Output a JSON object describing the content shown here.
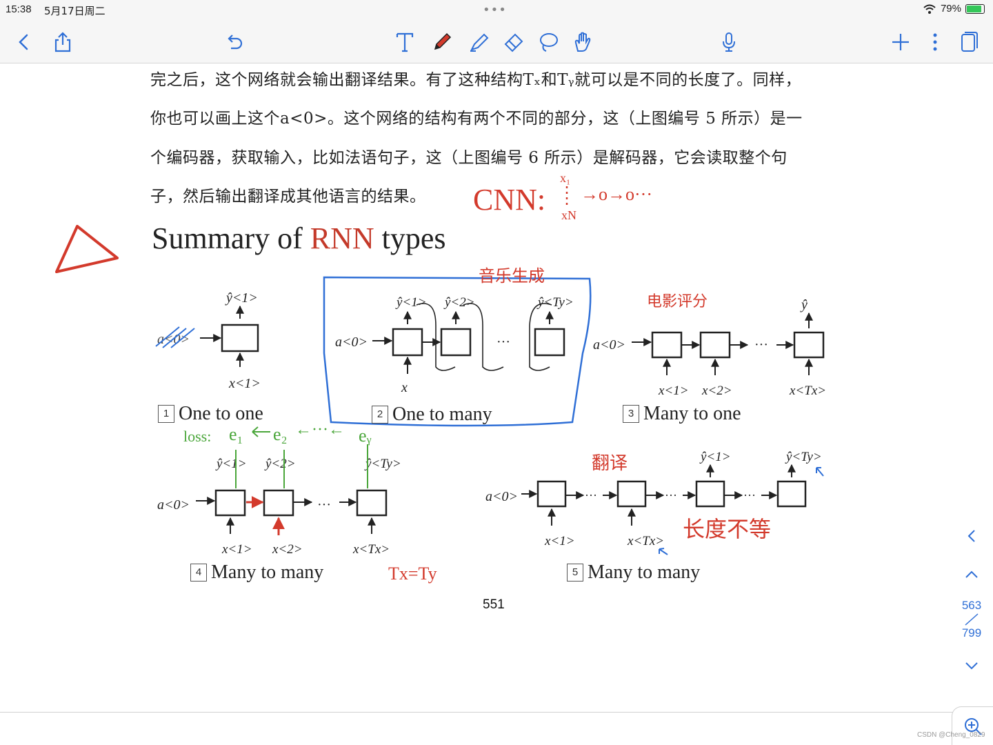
{
  "status_bar": {
    "time": "15:38",
    "date": "5月17日周二",
    "battery": "79%",
    "battery_level": 0.79
  },
  "toolbar": {
    "icons": [
      "back-icon",
      "share-icon",
      "undo-icon",
      "text-tool-icon",
      "pen-tool-icon",
      "highlighter-tool-icon",
      "eraser-tool-icon",
      "lasso-tool-icon",
      "hand-tool-icon",
      "microphone-icon",
      "add-icon",
      "more-icon",
      "pages-icon"
    ],
    "pen_color": "#d33a2c",
    "accent": "#2f6fd6"
  },
  "document": {
    "text_lines": [
      "完之后，这个网络就会输出翻译结果。有了这种结构Tₓ和Tᵧ就可以是不同的长度了。同样，",
      "你也可以画上这个a<0>。这个网络的结构有两个不同的部分，这（上图编号 5 所示）是一",
      "个编码器，获取输入，比如法语句子，这（上图编号 6 所示）是解码器，它会读取整个句",
      "子，然后输出翻译成其他语言的结果。"
    ],
    "slide_title_pre": "Summary of ",
    "slide_title_hl": "RNN",
    "slide_title_post": " types",
    "panels": [
      {
        "num": "1",
        "label": "One to one"
      },
      {
        "num": "2",
        "label": "One to many"
      },
      {
        "num": "3",
        "label": "Many to one"
      },
      {
        "num": "4",
        "label": "Many to many"
      },
      {
        "num": "5",
        "label": "Many to many"
      }
    ],
    "diagram_labels": {
      "a0": "a<0>",
      "y1": "ŷ<1>",
      "y2": "ŷ<2>",
      "yTy": "ŷ<Ty>",
      "y": "ŷ",
      "x": "x",
      "x1": "x<1>",
      "x2": "x<2>",
      "xTx": "x<Tx>",
      "dots": "···"
    },
    "page_number": "551"
  },
  "annotations": {
    "cnn": "CNN:",
    "x1": "x₁",
    "xn": "xN",
    "cnn_chain": "→o→o···",
    "music_gen": "音乐生成",
    "movie_rating": "电影评分",
    "loss": "loss:",
    "e1": "e₁",
    "e2": "e₂",
    "ey": "eᵧ",
    "loss_chain": "←···←",
    "tx_eq_ty": "Tx=Ty",
    "translate": "翻译",
    "length_differ": "长度不等"
  },
  "nav": {
    "current_page": "563",
    "total_pages": "799"
  },
  "watermark": "CSDN @Cheng_0829"
}
